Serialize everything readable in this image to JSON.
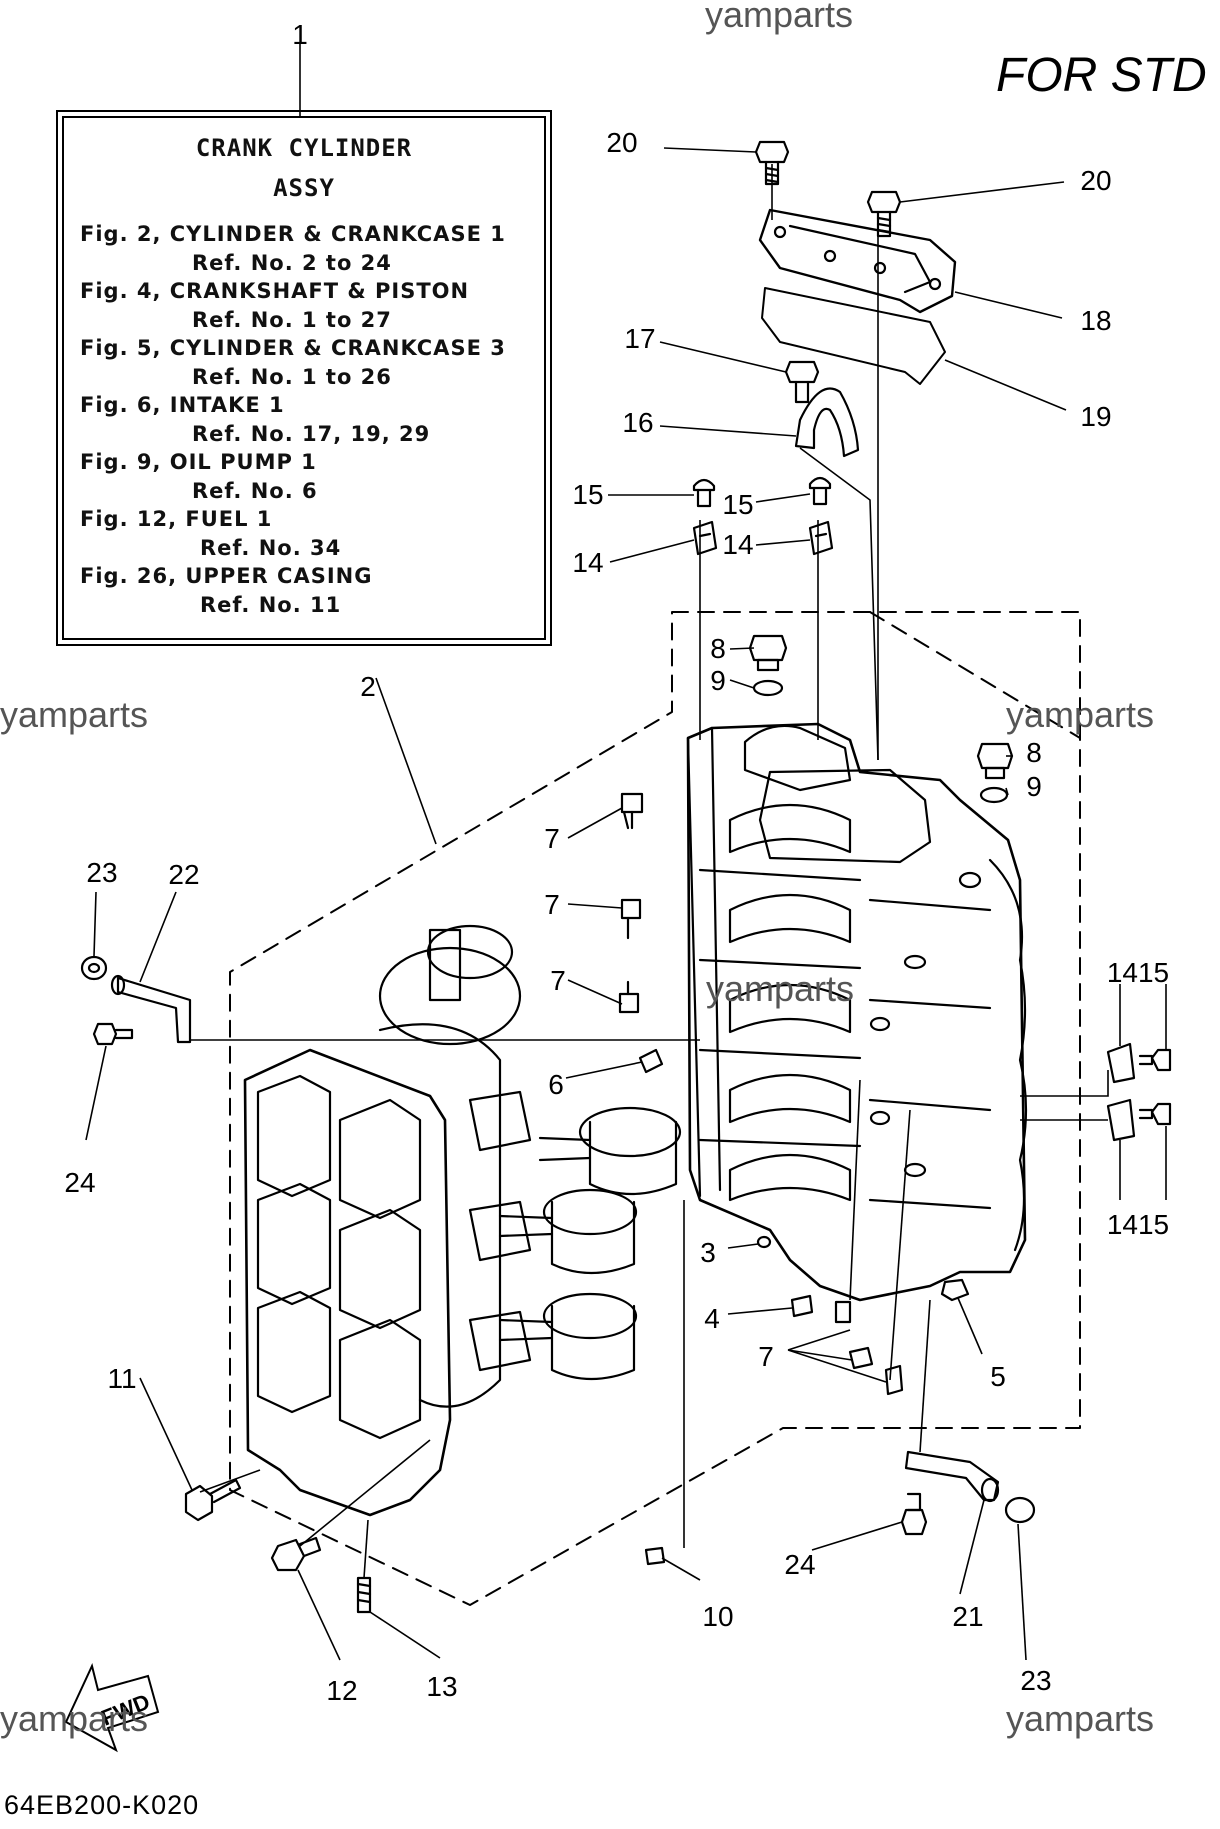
{
  "watermark": "yamparts",
  "header": {
    "variant": "FOR STD"
  },
  "legend": {
    "number": "1",
    "title_line1": "CRANK CYLINDER",
    "title_line2": "ASSY",
    "lines": [
      "Fig. 2, CYLINDER & CRANKCASE 1",
      "Ref. No. 2 to 24",
      "Fig. 4, CRANKSHAFT & PISTON",
      "Ref. No. 1 to 27",
      "Fig. 5, CYLINDER & CRANKCASE 3",
      "Ref. No. 1 to 26",
      "Fig. 6, INTAKE 1",
      "Ref. No. 17, 19, 29",
      "Fig. 9, OIL PUMP 1",
      "Ref. No. 6",
      "Fig. 12, FUEL 1",
      "Ref. No. 34",
      "Fig. 26, UPPER CASING",
      "Ref. No. 11"
    ]
  },
  "callouts": [
    "20",
    "20",
    "18",
    "17",
    "19",
    "16",
    "15",
    "15",
    "14",
    "14",
    "8",
    "9",
    "8",
    "9",
    "2",
    "7",
    "7",
    "7",
    "23",
    "22",
    "24",
    "6",
    "1415",
    "1415",
    "3",
    "4",
    "7",
    "5",
    "11",
    "24",
    "21",
    "23",
    "10",
    "12",
    "13"
  ],
  "fwd_label": "FWD",
  "drawing_code": "64EB200-K020"
}
